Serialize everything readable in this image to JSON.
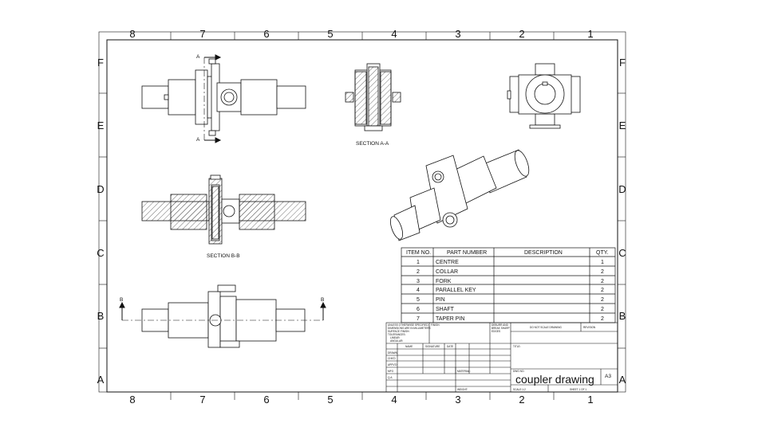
{
  "border": {
    "columns": [
      "8",
      "7",
      "6",
      "5",
      "4",
      "3",
      "2",
      "1"
    ],
    "rows": [
      "F",
      "E",
      "D",
      "C",
      "B",
      "A"
    ]
  },
  "views": {
    "section_aa_label": "SECTION A-A",
    "section_bb_label": "SECTION B-B",
    "cut_a": "A",
    "cut_b": "B"
  },
  "bom": {
    "headers": {
      "item": "ITEM NO.",
      "part": "PART NUMBER",
      "desc": "DESCRIPTION",
      "qty": "QTY."
    },
    "rows": [
      {
        "item": "1",
        "part": "CENTRE",
        "desc": "",
        "qty": "1"
      },
      {
        "item": "2",
        "part": "COLLAR",
        "desc": "",
        "qty": "2"
      },
      {
        "item": "3",
        "part": "FORK",
        "desc": "",
        "qty": "2"
      },
      {
        "item": "4",
        "part": "PARALLEL KEY",
        "desc": "",
        "qty": "2"
      },
      {
        "item": "5",
        "part": "PIN",
        "desc": "",
        "qty": "2"
      },
      {
        "item": "6",
        "part": "SHAFT",
        "desc": "",
        "qty": "2"
      },
      {
        "item": "7",
        "part": "TAPER PIN",
        "desc": "",
        "qty": "2"
      }
    ]
  },
  "title_block": {
    "tolerance_note": [
      "UNLESS OTHERWISE SPECIFIED:",
      "DIMENSIONS ARE IN MILLIMETERS",
      "SURFACE FINISH:",
      "TOLERANCES:",
      "LINEAR:",
      "ANGULAR:"
    ],
    "finish": "FINISH:",
    "deburr": [
      "DEBURR AND",
      "BREAK SHARP",
      "EDGES"
    ],
    "do_not_scale": "DO NOT SCALE DRAWING",
    "revision": "REVISION",
    "columns": [
      "NAME",
      "SIGNATURE",
      "DATE"
    ],
    "roles": [
      "DRAWN",
      "CHK'D",
      "APPV'D",
      "MFG",
      "Q.A"
    ],
    "title_label": "TITLE:",
    "material": "MATERIAL:",
    "dwg_no_label": "DWG NO.",
    "title": "coupler drawing",
    "size": "A3",
    "weight": "WEIGHT:",
    "scale": "SCALE:1:2",
    "sheet": "SHEET 1 OF 1"
  },
  "colors": {
    "line": "#111111",
    "hatch": "#333333",
    "paper": "#ffffff"
  }
}
